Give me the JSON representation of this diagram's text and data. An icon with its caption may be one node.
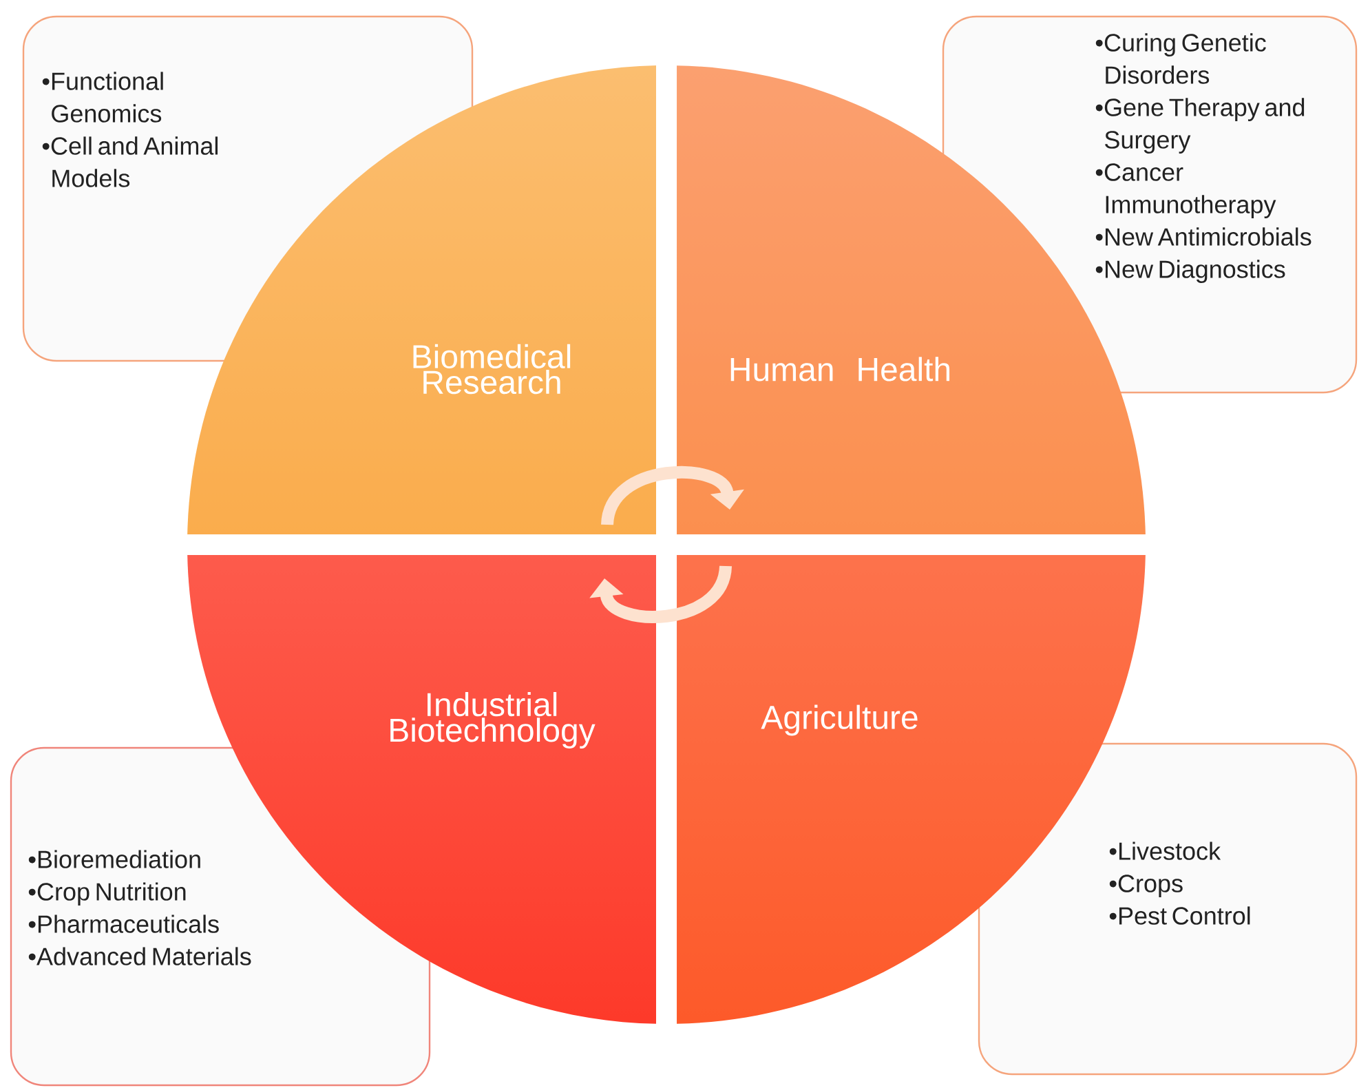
{
  "diagram": {
    "nodes": [
      {
        "text": [
          "•Functional Genomics",
          "•Cell and Animal Models"
        ]
      },
      {
        "text": [
          "•Curing Genetic Disorders",
          "•Gene Therapy and Surgery",
          "•Cancer Immunotherapy",
          "•New Antimicrobials",
          "•New Diagnostics"
        ]
      },
      {
        "text": [
          "Biomedical Research"
        ]
      },
      {
        "text": [
          "Human Health"
        ]
      },
      {
        "text": [
          "Industrial Biotechnology"
        ]
      },
      {
        "text": [
          "Agriculture"
        ]
      },
      {
        "text": [
          "•Bioremediation",
          "•Crop Nutrition",
          "•Pharmaceuticals",
          "•Advanced Materials"
        ]
      },
      {
        "text": [
          "•Livestock",
          "•Crops",
          "•Pest Control"
        ]
      }
    ]
  }
}
